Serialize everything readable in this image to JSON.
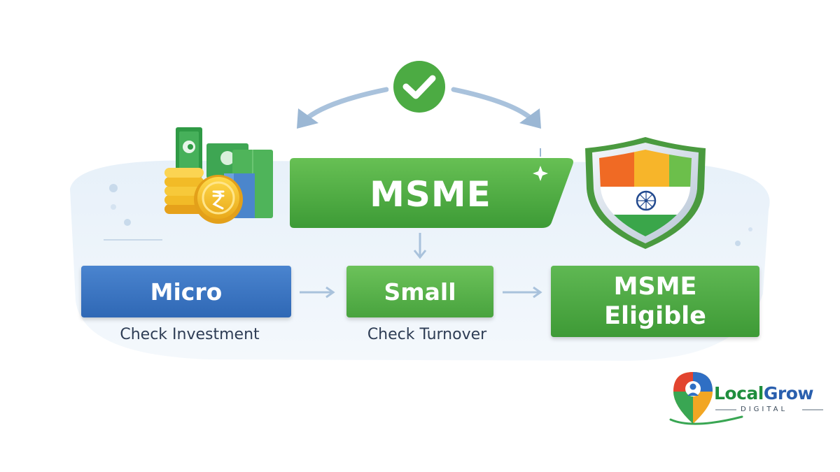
{
  "banner": {
    "label": "MSME"
  },
  "steps": [
    {
      "label": "Micro",
      "caption": "Check Investment"
    },
    {
      "label": "Small",
      "caption": "Check Turnover"
    },
    {
      "label_line1": "MSME",
      "label_line2": "Eligible"
    }
  ],
  "logo": {
    "name_part1": "Local",
    "name_part2": "Grow",
    "subtitle": "DIGITAL"
  },
  "colors": {
    "primary_green": "#48a33e",
    "micro_blue": "#2f68b5",
    "caption_text": "#2e3d55",
    "saffron": "#f06a24",
    "india_green": "#3aa64a"
  },
  "icons": [
    "check-circle-icon",
    "money-coins-icon",
    "rupee-coin-icon",
    "india-flag-shield-icon",
    "sparkle-icon"
  ]
}
